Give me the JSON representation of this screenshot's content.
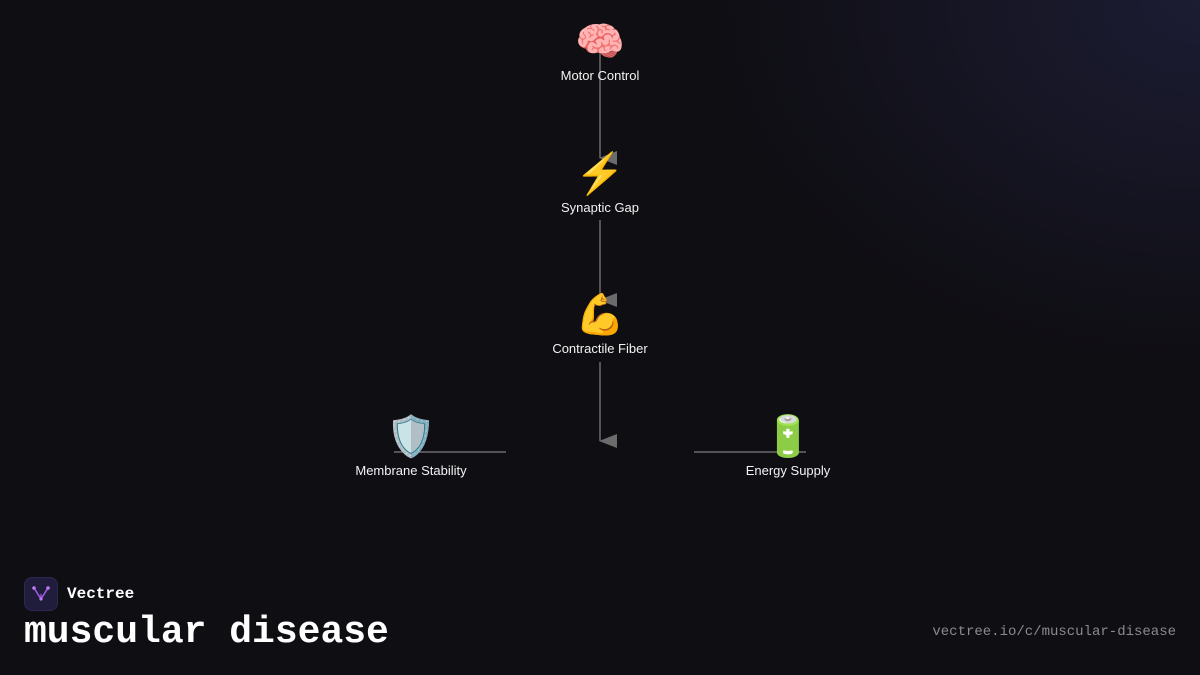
{
  "diagram": {
    "nodes": [
      {
        "id": "motor-control",
        "icon": "🧠",
        "icon_name": "brain-icon",
        "label": "Motor Control"
      },
      {
        "id": "synaptic-gap",
        "icon": "⚡",
        "icon_name": "lightning-icon",
        "label": "Synaptic Gap"
      },
      {
        "id": "contractile-fiber",
        "icon": "💪",
        "icon_name": "flexed-bicep-icon",
        "label": "Contractile Fiber"
      },
      {
        "id": "membrane-stability",
        "icon": "🛡️",
        "icon_name": "shield-icon",
        "label": "Membrane Stability"
      },
      {
        "id": "energy-supply",
        "icon": "🔋",
        "icon_name": "battery-icon",
        "label": "Energy Supply"
      }
    ],
    "edges": [
      {
        "from": "motor-control",
        "to": "synaptic-gap",
        "arrow": true
      },
      {
        "from": "synaptic-gap",
        "to": "contractile-fiber",
        "arrow": true
      },
      {
        "from": "contractile-fiber",
        "to": "junction",
        "arrow": true
      },
      {
        "from": "membrane-stability",
        "to": "junction",
        "arrow": false
      },
      {
        "from": "energy-supply",
        "to": "junction",
        "arrow": false
      }
    ],
    "colors": {
      "edge": "#6b6b6b",
      "background": "#0f0e13",
      "label": "#f2f2f2"
    }
  },
  "branding": {
    "name": "Vectree",
    "logo_icon": "vectree-logo-icon",
    "title": "muscular disease",
    "url": "vectree.io/c/muscular-disease"
  }
}
